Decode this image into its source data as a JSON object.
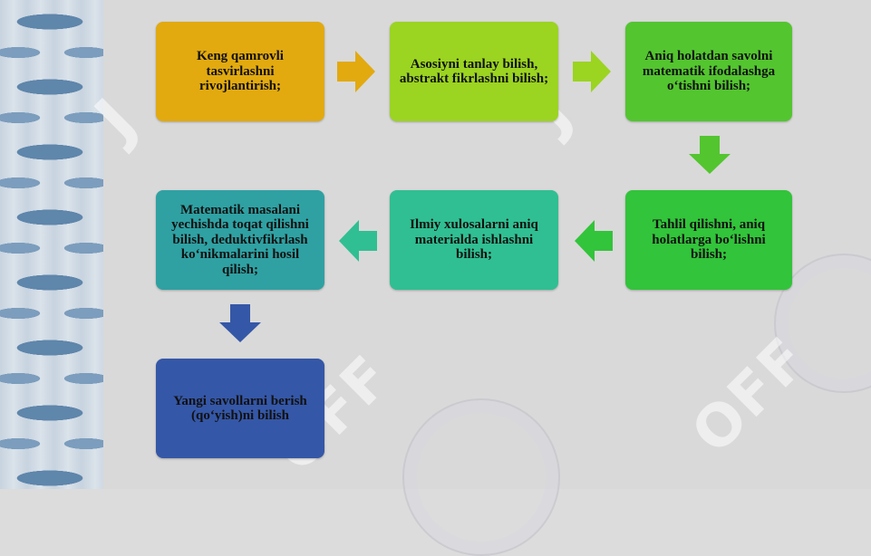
{
  "colors": {
    "box1": "#e2aa0f",
    "box2": "#9bd421",
    "box3": "#53c52f",
    "box4": "#32c43a",
    "box5": "#30bf92",
    "box6": "#2fa1a3",
    "box7": "#3557a7",
    "background": "#d9d9d9"
  },
  "watermark": {
    "text": "OFF"
  },
  "steps": [
    {
      "text": "Keng qamrovli tasvirlashni rivojlantirish;"
    },
    {
      "text": "Asosiyni tanlay bilish, abstrakt fikrlashni bilish;"
    },
    {
      "text": "Aniq holatdan savolni matematik ifodalashga o‘tishni bilish;"
    },
    {
      "text": "Tahlil qilishni, aniq holatlarga bo‘lishni bilish;"
    },
    {
      "text": "Ilmiy xulosalarni aniq materialda ishlashni bilish;"
    },
    {
      "text": "Matematik masalani yechishda toqat qilishni bilish, deduktivfikrlash ko‘nikmalarini hosil qilish;"
    },
    {
      "text": "Yangi savollarni berish (qo‘yish)ni bilish"
    }
  ]
}
